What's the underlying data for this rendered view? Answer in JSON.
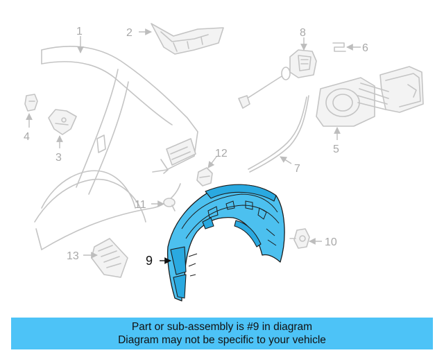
{
  "callouts": [
    {
      "id": "1",
      "label": "1"
    },
    {
      "id": "2",
      "label": "2"
    },
    {
      "id": "3",
      "label": "3"
    },
    {
      "id": "4",
      "label": "4"
    },
    {
      "id": "5",
      "label": "5"
    },
    {
      "id": "6",
      "label": "6"
    },
    {
      "id": "7",
      "label": "7"
    },
    {
      "id": "8",
      "label": "8"
    },
    {
      "id": "9",
      "label": "9"
    },
    {
      "id": "10",
      "label": "10"
    },
    {
      "id": "11",
      "label": "11"
    },
    {
      "id": "12",
      "label": "12"
    },
    {
      "id": "13",
      "label": "13"
    }
  ],
  "highlight": {
    "part_number": "9",
    "color": "#4cc0ef"
  },
  "banner": {
    "line1": "Part or sub-assembly is #9 in diagram",
    "line2": "Diagram may not be specific to your vehicle",
    "color": "#4dc3f7"
  }
}
